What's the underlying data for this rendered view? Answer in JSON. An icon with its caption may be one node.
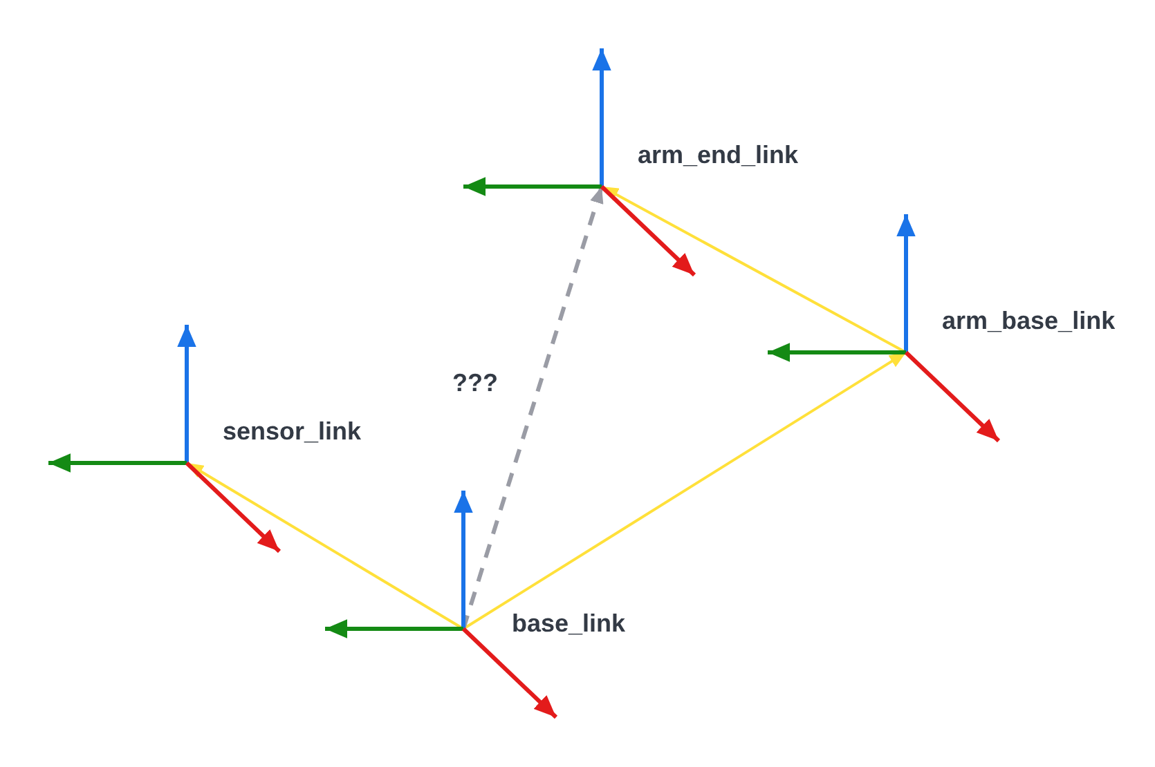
{
  "diagram": {
    "nodes": [
      {
        "text": [
          "arm_end_link"
        ]
      },
      {
        "text": [
          "arm_base_link"
        ]
      },
      {
        "text": [
          "sensor_link"
        ]
      },
      {
        "text": [
          "base_link"
        ]
      }
    ],
    "edges": [
      {
        "from": 3,
        "to": 2,
        "arrow": "to"
      },
      {
        "from": 3,
        "to": 1,
        "arrow": "to"
      },
      {
        "from": 1,
        "to": 0,
        "arrow": "to"
      },
      {
        "from": 3,
        "to": 0,
        "arrow": "to",
        "label": "???",
        "style": "dashed",
        "color": "#9a9ca5"
      }
    ]
  }
}
